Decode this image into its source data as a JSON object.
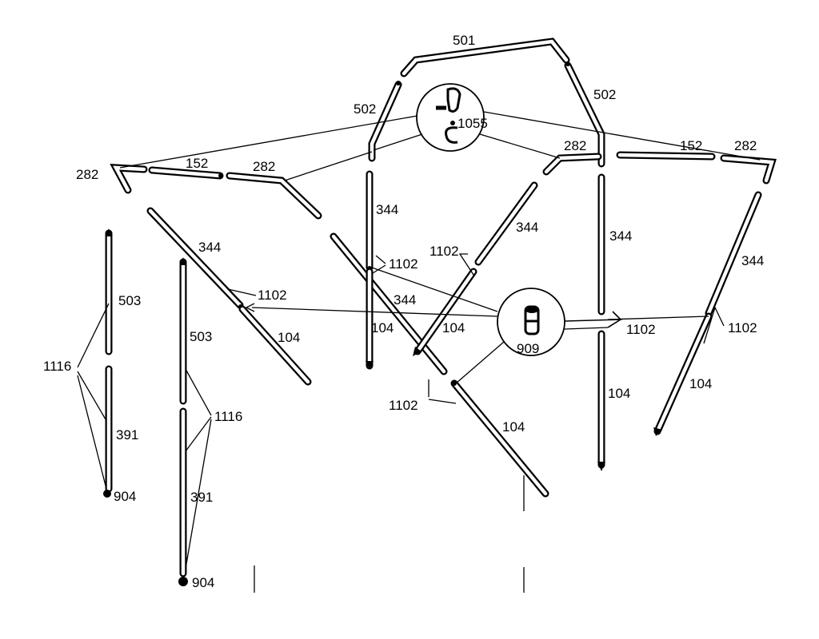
{
  "labels": {
    "top_bow": "501",
    "left_elbow_post": "502",
    "right_elbow_post": "502",
    "top_hub": "1055",
    "mid_hub": "909",
    "left_corner": "282",
    "left_spreader": "152",
    "left_inner_corner": "282",
    "right_inner_corner": "282",
    "right_spreader": "152",
    "right_corner": "282",
    "center_upper": "344",
    "left_diag_upper": "344",
    "center_diag_upper": "344",
    "right_center_upper": "344",
    "right_post_upper": "344",
    "far_right_upper": "344",
    "left_leg_upper": "503",
    "mid_leg_upper": "503",
    "left_leg_lower": "391",
    "mid_leg_lower": "391",
    "left_foot": "904",
    "mid_foot": "904",
    "left_clip": "1116",
    "mid_clip": "1116",
    "left_diag_lower": "104",
    "center_lower": "104",
    "center_cross_lower": "104",
    "front_diag_lower": "104",
    "right_post_lower": "104",
    "far_right_lower": "104",
    "clip_center": "1102",
    "clip_left_diag": "1102",
    "clip_right_center": "1102",
    "clip_right_post": "1102",
    "clip_far_right": "1102",
    "clip_bottom": "1102"
  }
}
